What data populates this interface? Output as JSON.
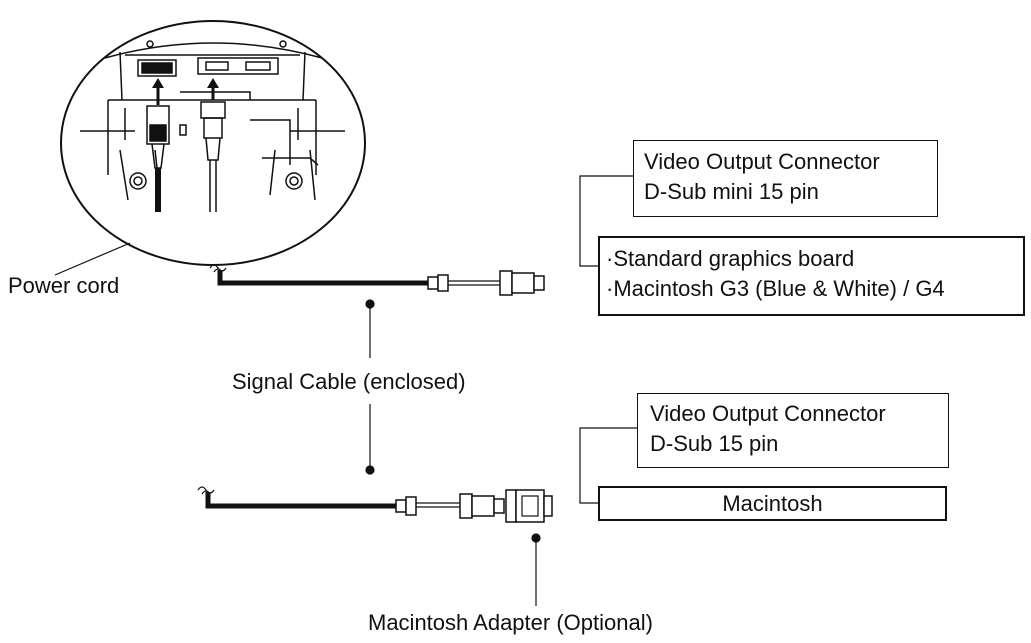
{
  "labels": {
    "power_cord": "Power cord",
    "signal_cable": "Signal Cable (enclosed)",
    "mac_adapter": "Macintosh Adapter (Optional)"
  },
  "connector_top": {
    "line1": "Video Output Connector",
    "line2": "D-Sub mini 15 pin"
  },
  "boards_top": {
    "line1": "·Standard graphics board",
    "line2": "·Macintosh G3 (Blue & White) / G4"
  },
  "connector_bottom": {
    "line1": "Video Output Connector",
    "line2": "D-Sub 15 pin"
  },
  "boards_bottom": {
    "line1": "Macintosh"
  },
  "colors": {
    "ink": "#111111",
    "background": "#ffffff"
  }
}
